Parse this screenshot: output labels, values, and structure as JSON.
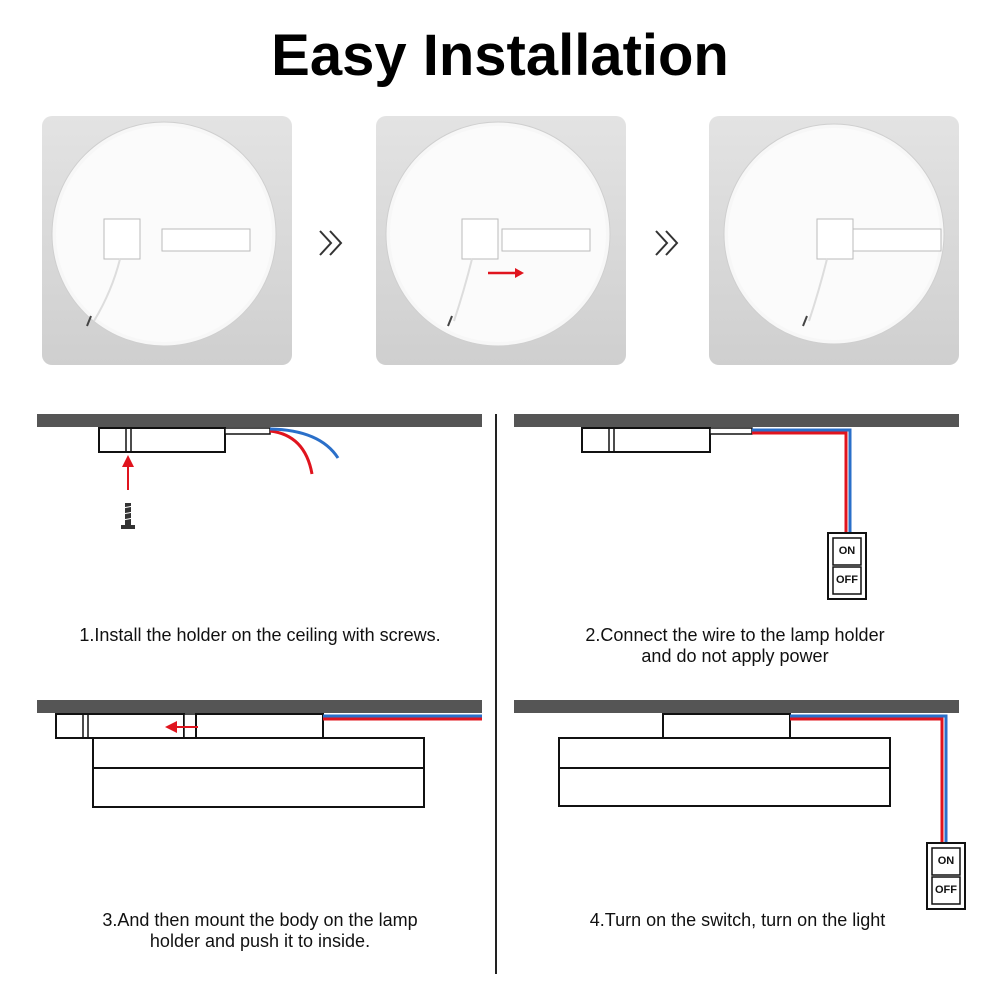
{
  "title": "Easy Installation",
  "steps": [
    {
      "caption_line1": "1.Install the holder on the ceiling with screws.",
      "caption_line2": ""
    },
    {
      "caption_line1": "2.Connect the wire to the lamp holder",
      "caption_line2": "and do not apply power"
    },
    {
      "caption_line1": "3.And then mount the body on the lamp",
      "caption_line2": "holder and push it to inside."
    },
    {
      "caption_line1": "4.Turn on the switch, turn on the light",
      "caption_line2": ""
    }
  ],
  "switch": {
    "on_label": "ON",
    "off_label": "OFF"
  },
  "colors": {
    "ceiling": "#555555",
    "wire_red": "#e0141e",
    "wire_blue": "#2a6fc9",
    "arrow_red": "#e0141e"
  }
}
